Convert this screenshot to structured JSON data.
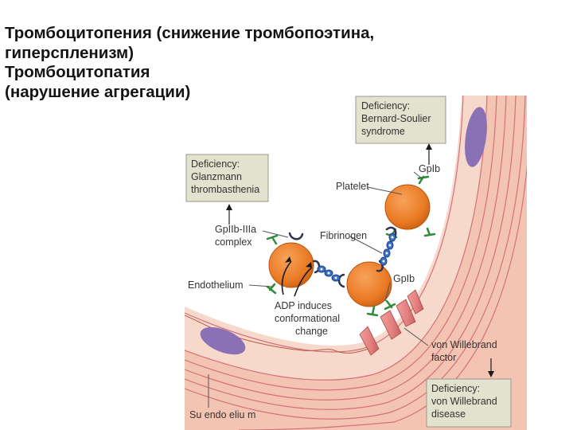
{
  "heading": {
    "line1": "Тромбоцитопения (снижение тромбопоэтина,",
    "line2": "гиперспленизм)",
    "line3": "Тромбоцитопатия",
    "line4": "(нарушение агрегации)"
  },
  "boxes": {
    "glanzmann": [
      "Deficiency:",
      "Glanzmann",
      "thrombasthenia"
    ],
    "bernard": [
      "Deficiency:",
      "Bernard-Soulier",
      "syndrome"
    ],
    "vwf": [
      "Deficiency:",
      "von Willebrand",
      "disease"
    ]
  },
  "labels": {
    "gpib_top": "GpIb",
    "platelet": "Platelet",
    "gpiib_complex": [
      "GpIIb-IIIa",
      "complex"
    ],
    "fibrinogen": "Fibrinogen",
    "endothelium": "Endothelium",
    "gpib_mid": "GpIb",
    "adp": [
      "ADP induces",
      "conformational",
      "change"
    ],
    "vwf_factor": [
      "von Willebrand",
      "factor"
    ],
    "subendothelium": "Su endo eliu  m"
  },
  "colors": {
    "box_fill": "#e2e2cf",
    "platelet": "#ea7a25",
    "vessel_wall": "#f4c4b3",
    "endothelium_band": "#f7d9cc",
    "nucleus": "#8a70b5",
    "fibrinogen": "#3a70c4",
    "vwf_factor": "#e27e7e"
  }
}
